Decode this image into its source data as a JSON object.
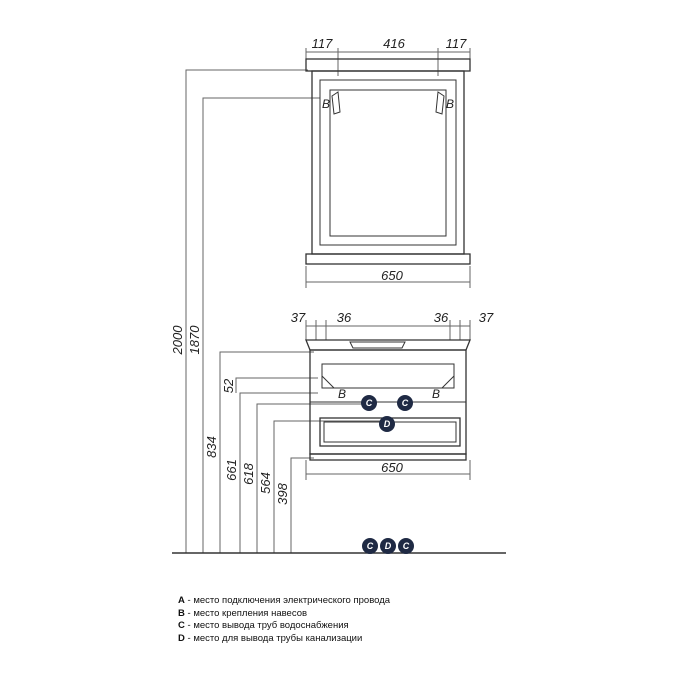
{
  "mirror": {
    "top_dims": [
      "117",
      "416",
      "117"
    ],
    "width": "650",
    "mount_left": "B",
    "mount_right": "B"
  },
  "cabinet": {
    "top_dims": [
      "37",
      "36",
      "36",
      "37"
    ],
    "width": "650",
    "mount_left": "B",
    "mount_right": "B",
    "pipe_left": "C",
    "pipe_right": "C",
    "drain": "D"
  },
  "heights": [
    "2000",
    "1870",
    "834",
    "661",
    "618",
    "564",
    "398"
  ],
  "small_dim": "52",
  "floor_markers": [
    "C",
    "D",
    "C"
  ],
  "colors": {
    "line": "#333333",
    "dim_line": "#666666",
    "badge": "#1f2a44"
  },
  "legend": [
    {
      "key": "A",
      "text": " - место подключения электрического провода"
    },
    {
      "key": "B",
      "text": " - место крепления навесов"
    },
    {
      "key": "C",
      "text": " - место вывода труб водоснабжения"
    },
    {
      "key": "D",
      "text": " - место для вывода трубы канализации"
    }
  ]
}
